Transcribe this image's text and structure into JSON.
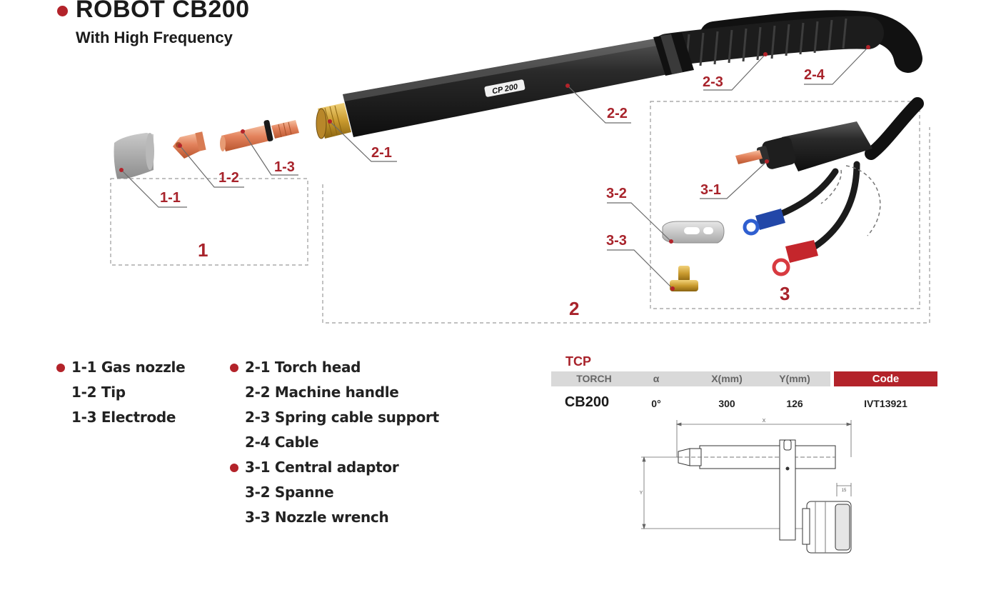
{
  "header": {
    "title": "ROBOT CB200",
    "subtitle": "With High Frequency"
  },
  "diagram": {
    "product_marking": "CP 200",
    "callouts": [
      "1-1",
      "1-2",
      "1-3",
      "2-1",
      "2-2",
      "2-3",
      "2-4",
      "3-1",
      "3-2",
      "3-3"
    ],
    "groups": [
      "1",
      "2",
      "3"
    ]
  },
  "legend": {
    "group1": [
      {
        "code": "1-1",
        "name": "Gas nozzle"
      },
      {
        "code": "1-2",
        "name": "Tip"
      },
      {
        "code": "1-3",
        "name": "Electrode"
      }
    ],
    "group2": [
      {
        "code": "2-1",
        "name": "Torch head"
      },
      {
        "code": "2-2",
        "name": "Machine handle"
      },
      {
        "code": "2-3",
        "name": "Spring cable support"
      },
      {
        "code": "2-4",
        "name": "Cable"
      }
    ],
    "group3": [
      {
        "code": "3-1",
        "name": "Central adaptor"
      },
      {
        "code": "3-2",
        "name": "Spanne"
      },
      {
        "code": "3-3",
        "name": "Nozzle wrench"
      }
    ]
  },
  "tcp_table": {
    "label": "TCP",
    "columns": [
      "TORCH",
      "α",
      "X(mm)",
      "Y(mm)",
      "Code"
    ],
    "row": {
      "torch": "CB200",
      "alpha": "0°",
      "x": "300",
      "y": "126",
      "code": "IVT13921"
    }
  },
  "drawing": {
    "dim_x_label": "X",
    "dim_y_label": "Y",
    "dim_small_label": "15"
  },
  "colors": {
    "accent": "#b3232a",
    "header_gray": "#d9d9d9"
  }
}
